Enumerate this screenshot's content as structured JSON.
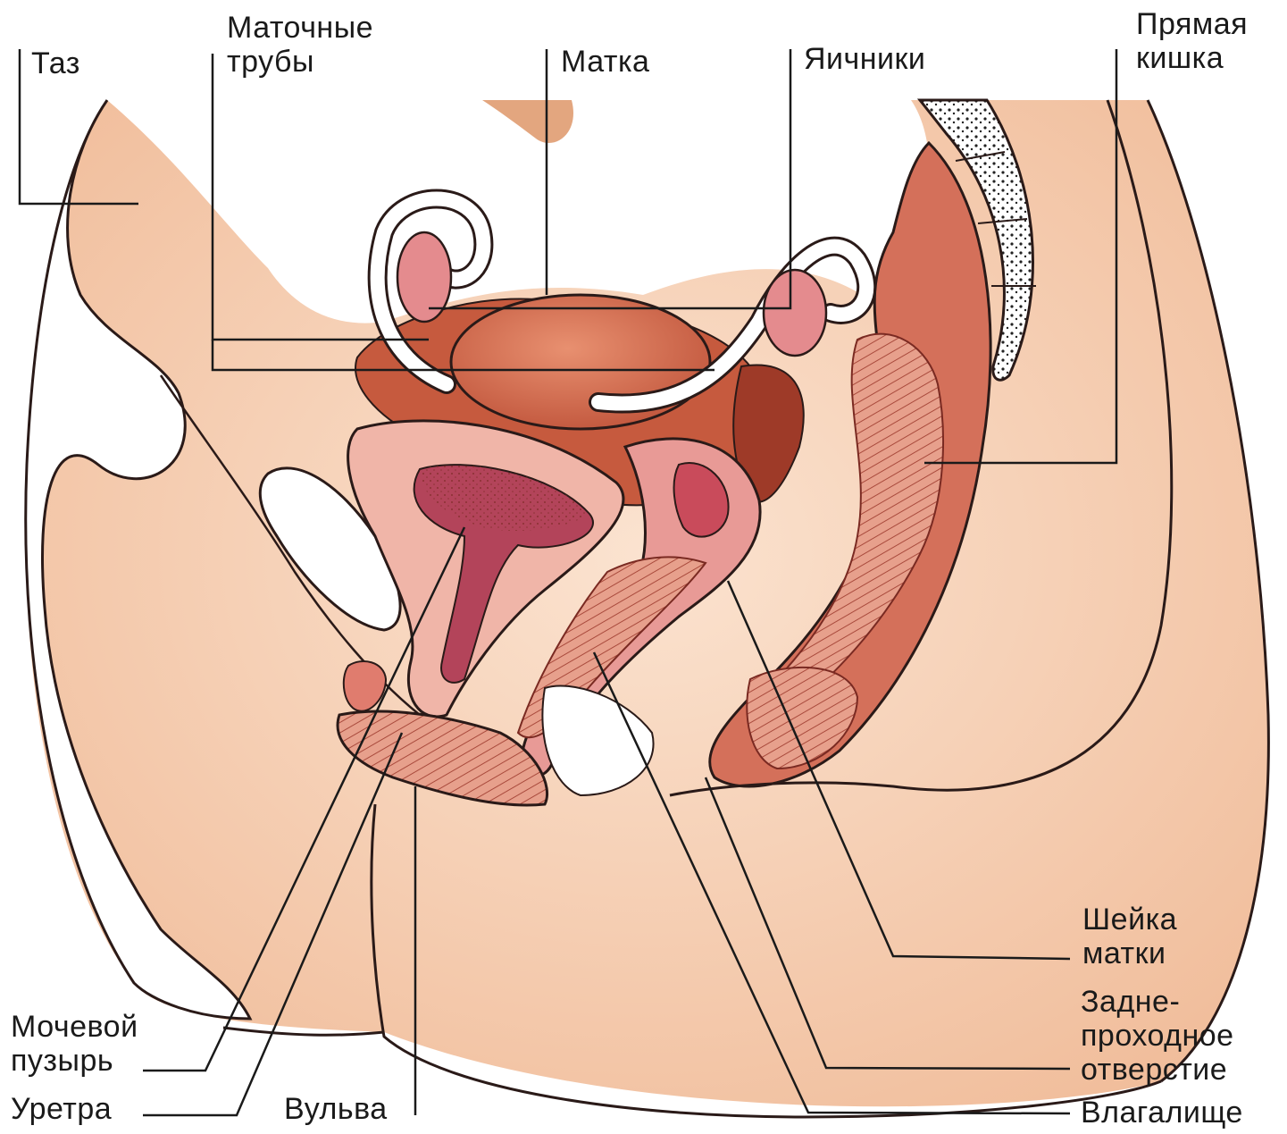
{
  "labels": {
    "pelvis": "Таз",
    "fallopian_tubes": [
      "Маточные",
      "трубы"
    ],
    "uterus": "Матка",
    "ovaries": "Яичники",
    "rectum": [
      "Прямая",
      "кишка"
    ],
    "cervix": [
      "Шейка",
      "матки"
    ],
    "anus": [
      "Задне-",
      "проходное",
      "отверстие"
    ],
    "vagina": "Влагалище",
    "bladder": [
      "Мочевой",
      "пузырь"
    ],
    "urethra": "Уретра",
    "vulva": "Вульва"
  },
  "colors": {
    "skin": "#f3c9a8",
    "skin_light": "#fbe3d0",
    "tissue": "#e89a86",
    "uterus": "#d9765a",
    "deep": "#b84a3a",
    "dark": "#8e2f2a",
    "outline": "#2a1a18",
    "bone": "#ffffff",
    "leader": "#1a1a1a"
  }
}
